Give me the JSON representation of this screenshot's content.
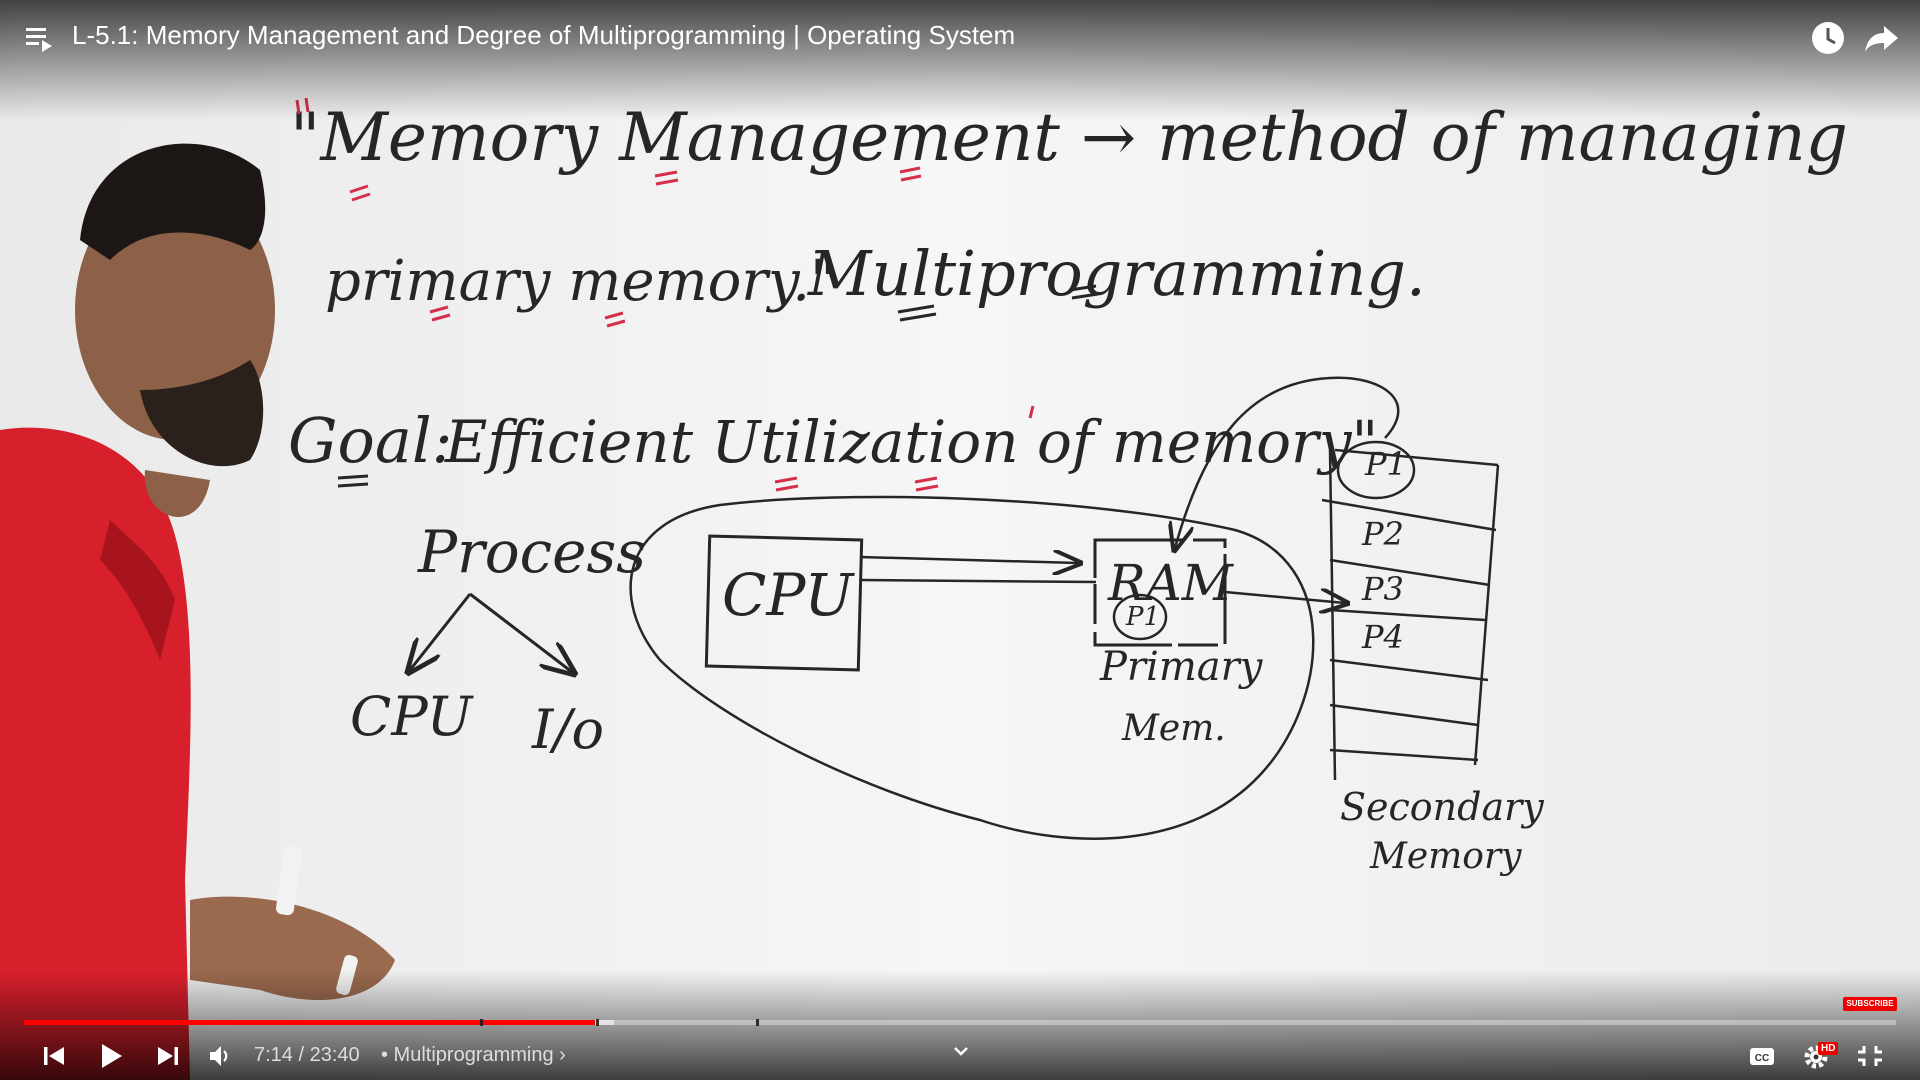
{
  "video": {
    "title": "L-5.1: Memory Management and Degree of Multiprogramming | Operating System"
  },
  "whiteboard": {
    "line1": "\"Memory Management → method of managing",
    "line2a": "primary memory.\"",
    "line2b": "Multiprogramming.",
    "goal_label": "Goal:",
    "goal_text": "Efficient Utilization of memory\"",
    "process_label": "Process",
    "branch_left": "CPU",
    "branch_right": "I/o",
    "cpu_box": "CPU",
    "ram_box": "RAM",
    "ram_process": "P1",
    "primary_mem": [
      "Primary",
      "Mem."
    ],
    "secondary_slots": [
      "P1",
      "P2",
      "P3",
      "P4",
      "",
      ""
    ],
    "secondary_mem": [
      "Secondary",
      "Memory"
    ]
  },
  "player": {
    "subscribe_badge": "SUBSCRIBE",
    "current_time": "7:14",
    "duration": "23:40",
    "time_display": "7:14 / 23:40",
    "chapter_label": "• Multiprogramming",
    "chapter_chevron": "›",
    "progress_played_fraction": 0.305,
    "progress_buffered_fraction": 0.315,
    "hd_badge": "HD",
    "icons": {
      "playlist": "playlist-icon",
      "watch_later": "clock-icon",
      "share": "share-arrow-icon",
      "previous": "skip-previous-icon",
      "play": "play-icon",
      "next": "skip-next-icon",
      "volume": "volume-icon",
      "expand": "chevron-down-icon",
      "captions": "cc-icon",
      "settings": "gear-icon",
      "exit_fullscreen": "exit-fullscreen-icon"
    }
  },
  "colors": {
    "whiteboard": "#f3f3f3",
    "ink": "#262626",
    "marker_red": "#d62f4a",
    "progress_red": "#ff0000",
    "shirt_red": "#d8202c"
  }
}
